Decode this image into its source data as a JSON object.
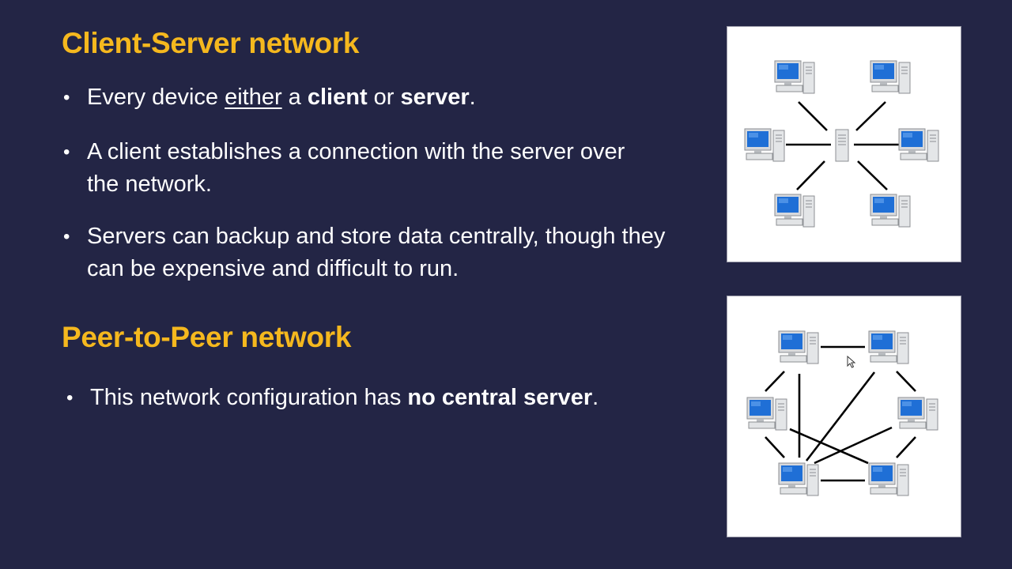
{
  "client_server": {
    "heading": "Client-Server network",
    "bullets": [
      {
        "parts": [
          {
            "text": "Every device ",
            "style": "normal"
          },
          {
            "text": "either",
            "style": "underline"
          },
          {
            "text": " a ",
            "style": "normal"
          },
          {
            "text": "client",
            "style": "bold"
          },
          {
            "text": " or ",
            "style": "normal"
          },
          {
            "text": "server",
            "style": "bold"
          },
          {
            "text": ".",
            "style": "normal"
          }
        ]
      },
      {
        "parts": [
          {
            "text": "A client establishes a connection with the server over the network.",
            "style": "normal"
          }
        ]
      },
      {
        "parts": [
          {
            "text": "Servers can backup and store data centrally, though they can be expensive and difficult to run.",
            "style": "normal"
          }
        ]
      }
    ]
  },
  "peer_to_peer": {
    "heading": "Peer-to-Peer network",
    "bullets": [
      {
        "parts": [
          {
            "text": "This network configuration has ",
            "style": "normal"
          },
          {
            "text": "no central server",
            "style": "bold"
          },
          {
            "text": ".",
            "style": "normal"
          }
        ]
      }
    ]
  },
  "colors": {
    "background": "#232545",
    "heading": "#f5b81e",
    "text": "#ffffff",
    "monitor_screen": "#1f6fd6",
    "link_line": "#000000"
  },
  "icons": {
    "computer": "desktop-computer-icon",
    "server": "server-tower-icon",
    "cursor": "mouse-pointer-icon"
  }
}
